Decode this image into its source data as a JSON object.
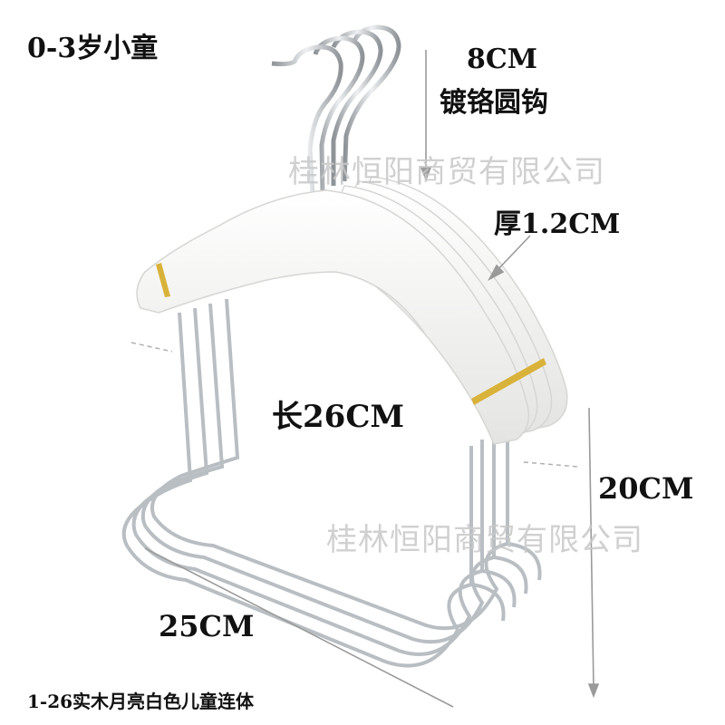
{
  "labels": {
    "age": "0-3岁小童",
    "hook_size": "8CM",
    "hook_desc": "镀铬圆钩",
    "thickness": "厚1.2CM",
    "length": "长26CM",
    "height": "20CM",
    "width": "25CM",
    "product": "1-26实木月亮白色儿童连体"
  },
  "watermark": "桂林恒阳商贸有限公司",
  "colors": {
    "wood": "#f7f7f5",
    "chrome": "#b8bcc0",
    "band": "#d9b23a",
    "arrow": "#9a9a9a"
  }
}
